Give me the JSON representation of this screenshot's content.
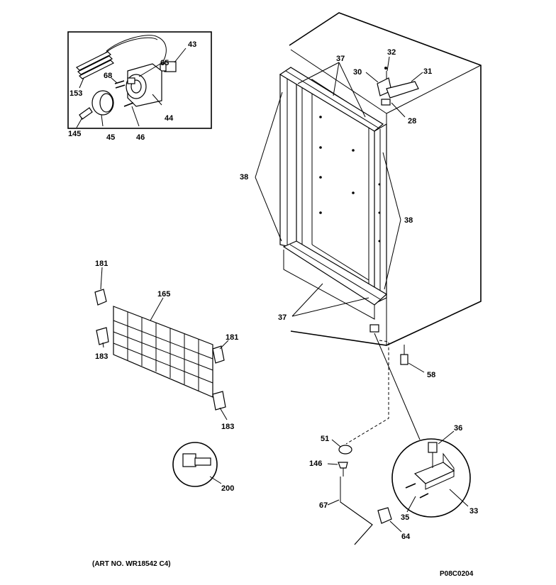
{
  "labels": {
    "l43": "43",
    "l65": "65",
    "l68": "68",
    "l153": "153",
    "l44": "44",
    "l145": "145",
    "l45": "45",
    "l46": "46",
    "l37a": "37",
    "l32": "32",
    "l30": "30",
    "l31": "31",
    "l28": "28",
    "l38a": "38",
    "l38b": "38",
    "l37b": "37",
    "l58": "58",
    "l181a": "181",
    "l165": "165",
    "l183a": "183",
    "l181b": "181",
    "l183b": "183",
    "l200": "200",
    "l51": "51",
    "l146": "146",
    "l67": "67",
    "l64": "64",
    "l36": "36",
    "l35": "35",
    "l33": "33"
  },
  "caption": "(ART NO. WR18542 C4)",
  "code": "P08C0204"
}
